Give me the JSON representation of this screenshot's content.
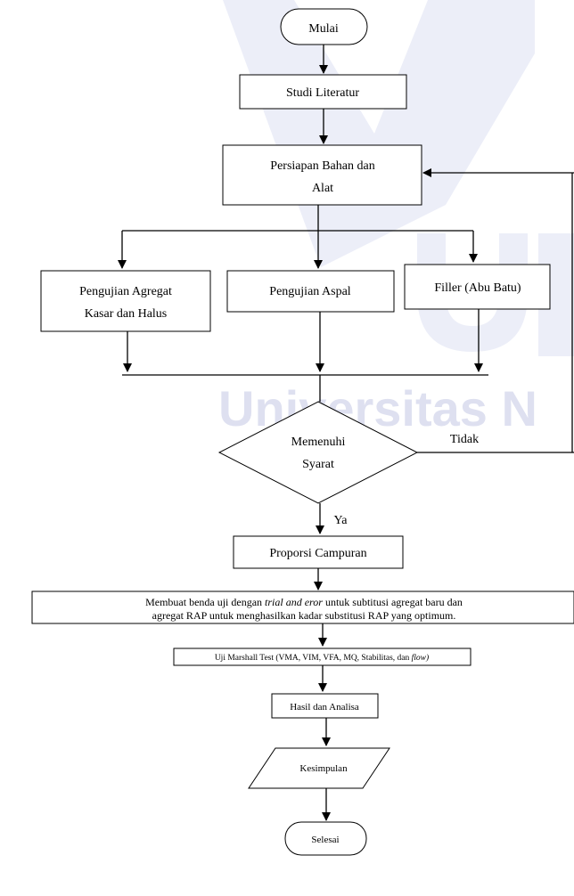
{
  "watermark": {
    "text": "Universitas N",
    "color": "#a9b0d9"
  },
  "flowchart": {
    "start": "Mulai",
    "literature": "Studi Literatur",
    "prep_line1": "Persiapan Bahan dan",
    "prep_line2": "Alat",
    "test_aggregate_line1": "Pengujian Agregat",
    "test_aggregate_line2": "Kasar dan Halus",
    "test_asphalt": "Pengujian Aspal",
    "filler": "Filler (Abu Batu)",
    "decision_line1": "Memenuhi",
    "decision_line2": "Syarat",
    "no_label": "Tidak",
    "yes_label": "Ya",
    "mix_proportion": "Proporsi Campuran",
    "specimen_line1_a": "Membuat benda uji dengan ",
    "specimen_line1_b": "trial and eror",
    "specimen_line1_c": " untuk subtitusi agregat baru dan",
    "specimen_line2": "agregat RAP untuk menghasilkan kadar substitusi RAP yang optimum.",
    "marshall_a": "Uji Marshall Test (VMA, VIM, VFA, MQ, Stabilitas, dan ",
    "marshall_b": "flow)",
    "results": "Hasil dan Analisa",
    "conclusion": "Kesimpulan",
    "end": "Selesai"
  }
}
